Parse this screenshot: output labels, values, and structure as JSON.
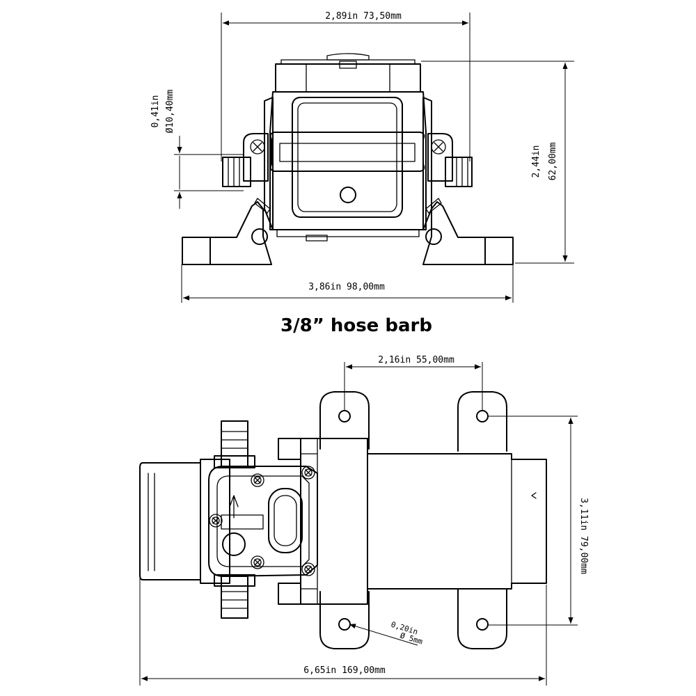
{
  "front_view": {
    "overall_width_top": "2,89in  73,50mm",
    "port_diameter_in": "0,41in",
    "port_diameter_mm": "Ø10,40mm",
    "height_in": "2,44in",
    "height_mm": "62,00mm",
    "base_width": "3,86in 98,00mm"
  },
  "caption": "3/8” hose barb",
  "top_view": {
    "mount_hole_spacing": "2,16in 55,00mm",
    "mount_width": "3,11in 79,00mm",
    "hole_diameter_in": "0,20in",
    "hole_diameter_mm": "Ø 5mm",
    "overall_length": "6,65in 169,00mm"
  }
}
